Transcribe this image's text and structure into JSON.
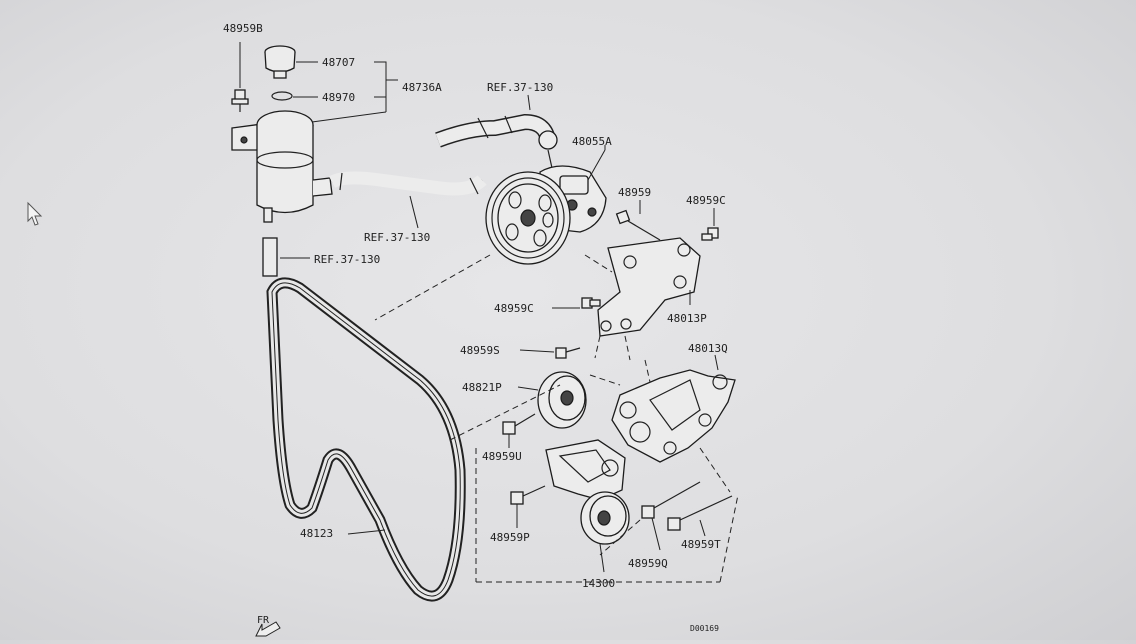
{
  "labels": {
    "p48959B": "48959B",
    "p48707": "48707",
    "p48970": "48970",
    "p48736A": "48736A",
    "ref_top": "REF.37-130",
    "p48055A": "48055A",
    "ref_hose": "REF.37-130",
    "ref_pipe": "REF.37-130",
    "p48959": "48959",
    "p48959C_a": "48959C",
    "p48959C_b": "48959C",
    "p48013P": "48013P",
    "p48959S": "48959S",
    "p48013Q": "48013Q",
    "p48821P": "48821P",
    "p48959U": "48959U",
    "p48959P": "48959P",
    "p48123": "48123",
    "p14300": "14300",
    "p48959Q": "48959Q",
    "p48959T": "48959T",
    "fr": "FR",
    "drawing_no": "D00169"
  },
  "icons": {
    "cursor": "mouse-pointer-icon",
    "front_arrow": "front-direction-arrow-icon"
  },
  "colors": {
    "background": "#e2e2e4",
    "ink": "#222222"
  }
}
